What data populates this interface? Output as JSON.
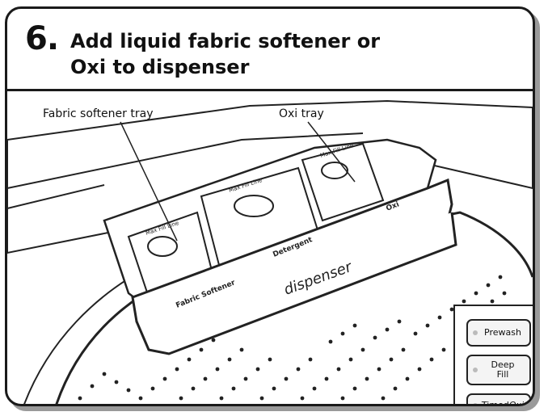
{
  "step": {
    "number": "6.",
    "title_line1": "Add liquid fabric softener or",
    "title_line2": "Oxi to dispenser"
  },
  "labels": {
    "fabric_softener_tray": "Fabric softener tray",
    "oxi_tray": "Oxi tray"
  },
  "dispenser": {
    "front_text": "dispenser",
    "compartment_fabric": "Fabric Softener",
    "compartment_detergent": "Detergent",
    "compartment_oxi": "Oxi",
    "max_fill": "Max Fill Line"
  },
  "controls": {
    "prewash": "Prewash",
    "deep_fill_1": "Deep",
    "deep_fill_2": "Fill",
    "timed": "Timed",
    "timed_oxi": "Oxi"
  }
}
